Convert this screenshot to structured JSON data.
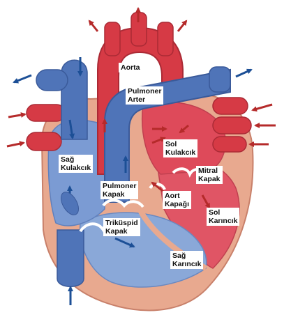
{
  "labels": {
    "aorta": "Aorta",
    "pulmonary_artery": "Pulmoner\nArter",
    "left_atrium": "Sol\nKulakcık",
    "right_atrium": "Sağ\nKulakcık",
    "mitral_valve": "Mitral\nKapak",
    "pulmonary_valve": "Pulmoner\nKapak",
    "aortic_valve": "Aort\nKapağı",
    "left_ventricle": "Sol\nKarıncık",
    "tricuspid_valve": "Triküspid\nKapak",
    "right_ventricle": "Sağ\nKarıncık"
  },
  "colors": {
    "oxygenated": "#d63a45",
    "deoxygenated": "#4f74b8",
    "heart_wall": "#e8a98f",
    "red_arrow": "#b52a2a",
    "blue_arrow": "#1c4f96",
    "valve": "#ffffff"
  }
}
